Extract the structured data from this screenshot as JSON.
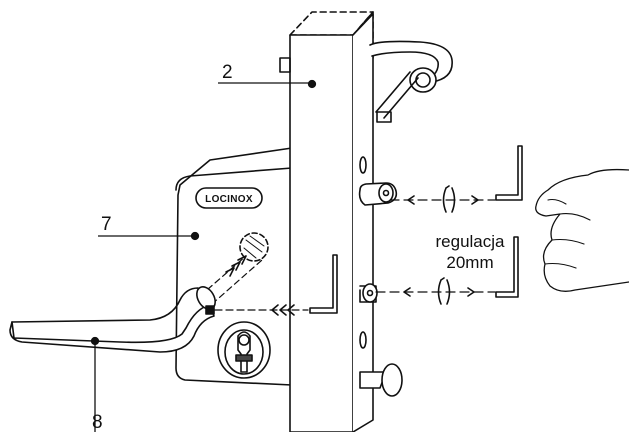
{
  "diagram": {
    "brand_logo": "LOCINOX",
    "callouts": [
      {
        "id": "2",
        "label": "2"
      },
      {
        "id": "7",
        "label": "7"
      },
      {
        "id": "8",
        "label": "8"
      }
    ],
    "adjustment_note": {
      "line1": "regulacja",
      "line2": "20mm"
    }
  }
}
